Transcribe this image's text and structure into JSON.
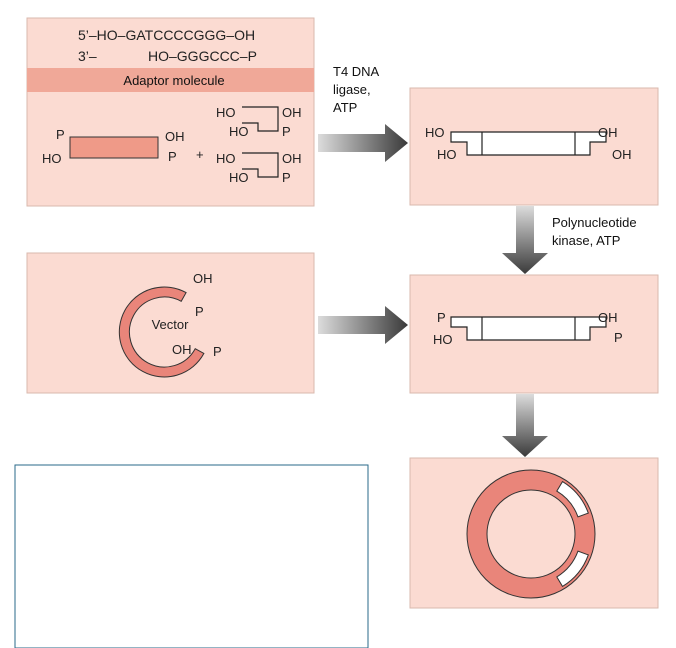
{
  "panels": {
    "adaptor": {
      "top_strand": "5’–HO–GATCCCCGGG–OH",
      "bottom_strand_prefix": "3’–",
      "bottom_strand": "HO–GGGCCC–P",
      "band_label": "Adaptor molecule",
      "fragment_left_top": "P",
      "fragment_left_bottom": "HO",
      "fragment_right_top": "OH",
      "fragment_right_bottom": "P",
      "plus": "+",
      "adaptor1_ho_top": "HO",
      "adaptor1_oh_top": "OH",
      "adaptor1_ho_bottom": "HO",
      "adaptor1_p_bottom": "P",
      "adaptor2_ho_top": "HO",
      "adaptor2_oh_top": "OH",
      "adaptor2_ho_bottom": "HO",
      "adaptor2_p_bottom": "P"
    },
    "ligated": {
      "left_top": "HO",
      "left_bottom": "HO",
      "right_top": "OH",
      "right_bottom": "OH"
    },
    "vector": {
      "label": "Vector",
      "top_oh": "OH",
      "top_p": "P",
      "bottom_oh": "OH",
      "bottom_p": "P"
    },
    "phosphorylated": {
      "left_top": "P",
      "left_bottom": "HO",
      "right_top": "OH",
      "right_bottom": "P"
    }
  },
  "arrows": {
    "ligase": [
      "T4 DNA",
      "ligase,",
      "ATP"
    ],
    "kinase": [
      "Polynucleotide",
      "kinase, ATP"
    ]
  },
  "colors": {
    "panel_fill": "#fbdbd2",
    "band_fill": "#f0a898",
    "dna_fill": "#e9857a",
    "arrow_dark": "#3a3a3a",
    "empty_box_stroke": "#2a6a8a"
  }
}
